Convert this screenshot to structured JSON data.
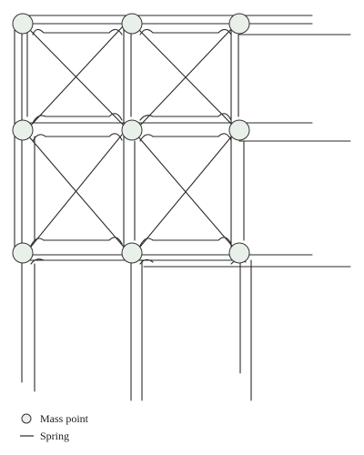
{
  "legend": {
    "mass_label": "Mass point",
    "spring_label": "Spring"
  },
  "colors": {
    "line": "#2a2a2a",
    "node_fill": "#e9efe9",
    "node_stroke": "#333333",
    "background": "#ffffff"
  },
  "grid": {
    "rows": 3,
    "cols": 3
  }
}
